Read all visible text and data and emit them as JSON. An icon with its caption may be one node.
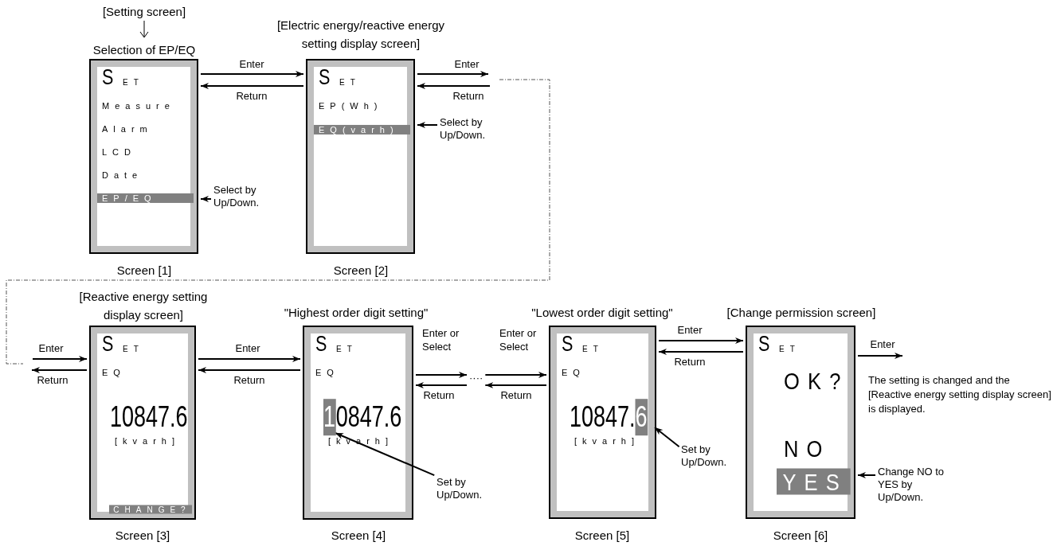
{
  "diagram": {
    "nodes": [
      {
        "text": [
          "S",
          "ET",
          "Measure",
          "Alarm",
          "LCD",
          "Date",
          "EP/EQ"
        ],
        "beside": [
          "[Setting screen]",
          "Selection of EP/EQ",
          "Screen [1]"
        ]
      },
      {
        "text": [
          "Select by Up/Down."
        ]
      },
      {
        "text": [
          "S",
          "ET",
          "EP(Wh)",
          "EQ(varh)"
        ],
        "beside": [
          "[Electric energy/reactive energy setting display screen]",
          "Screen [2]"
        ]
      },
      {
        "text": [
          "Select by Up/Down."
        ]
      },
      {
        "text": [
          "S",
          "ET",
          "EQ",
          "10847.6",
          "[kvarh]",
          "CHANGE?"
        ],
        "beside": [
          "[Reactive energy setting display screen]",
          "Screen [3]"
        ]
      },
      {
        "text": [
          "S",
          "ET",
          "EQ",
          "1",
          "0847.6",
          "[kvarh]"
        ],
        "beside": [
          "\"Highest order digit setting\"",
          "Screen [4]"
        ]
      },
      {
        "text": [
          "Set by Up/Down."
        ]
      },
      {
        "text": [
          "S",
          "ET",
          "EQ",
          "10847.",
          "6",
          "[kvarh]"
        ],
        "beside": [
          "\"Lowest order digit setting\"",
          "Screen [5]"
        ]
      },
      {
        "text": [
          "Set by Up/Down."
        ]
      },
      {
        "text": [
          "S",
          "ET",
          "OK?",
          "NO",
          "YES"
        ],
        "beside": [
          "[Change permission screen]",
          "Screen [6]"
        ]
      },
      {
        "text": [
          "Change NO to YES by Up/Down."
        ]
      },
      {
        "text": [
          "····"
        ]
      }
    ],
    "edges": [
      {
        "from": 0,
        "to": 2,
        "arrow": "to",
        "label": "Enter"
      },
      {
        "from": 2,
        "to": 0,
        "arrow": "to",
        "label": "Return"
      },
      {
        "from": 1,
        "to": 0,
        "arrow": "to"
      },
      {
        "from": 2,
        "to": null,
        "arrow": "to",
        "label": "Enter"
      },
      {
        "from": null,
        "to": 2,
        "arrow": "to",
        "label": "Return"
      },
      {
        "from": 3,
        "to": 2,
        "arrow": "to"
      },
      {
        "from": null,
        "to": 4,
        "arrow": "to",
        "label": "Enter"
      },
      {
        "from": 4,
        "to": null,
        "arrow": "to",
        "label": "Return"
      },
      {
        "from": 4,
        "to": 5,
        "arrow": "to",
        "label": "Enter"
      },
      {
        "from": 5,
        "to": 4,
        "arrow": "to",
        "label": "Return"
      },
      {
        "from": 5,
        "to": 11,
        "arrow": "to",
        "label": "Enter or Select"
      },
      {
        "from": 11,
        "to": 5,
        "arrow": "to",
        "label": "Return"
      },
      {
        "from": 11,
        "to": 7,
        "arrow": "to",
        "label": "Enter or Select"
      },
      {
        "from": 7,
        "to": 11,
        "arrow": "to",
        "label": "Return"
      },
      {
        "from": 6,
        "to": 5,
        "arrow": "to"
      },
      {
        "from": 7,
        "to": 9,
        "arrow": "to",
        "label": "Enter"
      },
      {
        "from": 9,
        "to": 7,
        "arrow": "to",
        "label": "Return"
      },
      {
        "from": 8,
        "to": 7,
        "arrow": "to"
      },
      {
        "from": 9,
        "to": null,
        "arrow": "to",
        "label": "Enter"
      },
      {
        "from": 10,
        "to": 9,
        "arrow": "to"
      }
    ],
    "labels": [
      "The setting is changed and the [Reactive energy setting display screen] is displayed."
    ]
  }
}
